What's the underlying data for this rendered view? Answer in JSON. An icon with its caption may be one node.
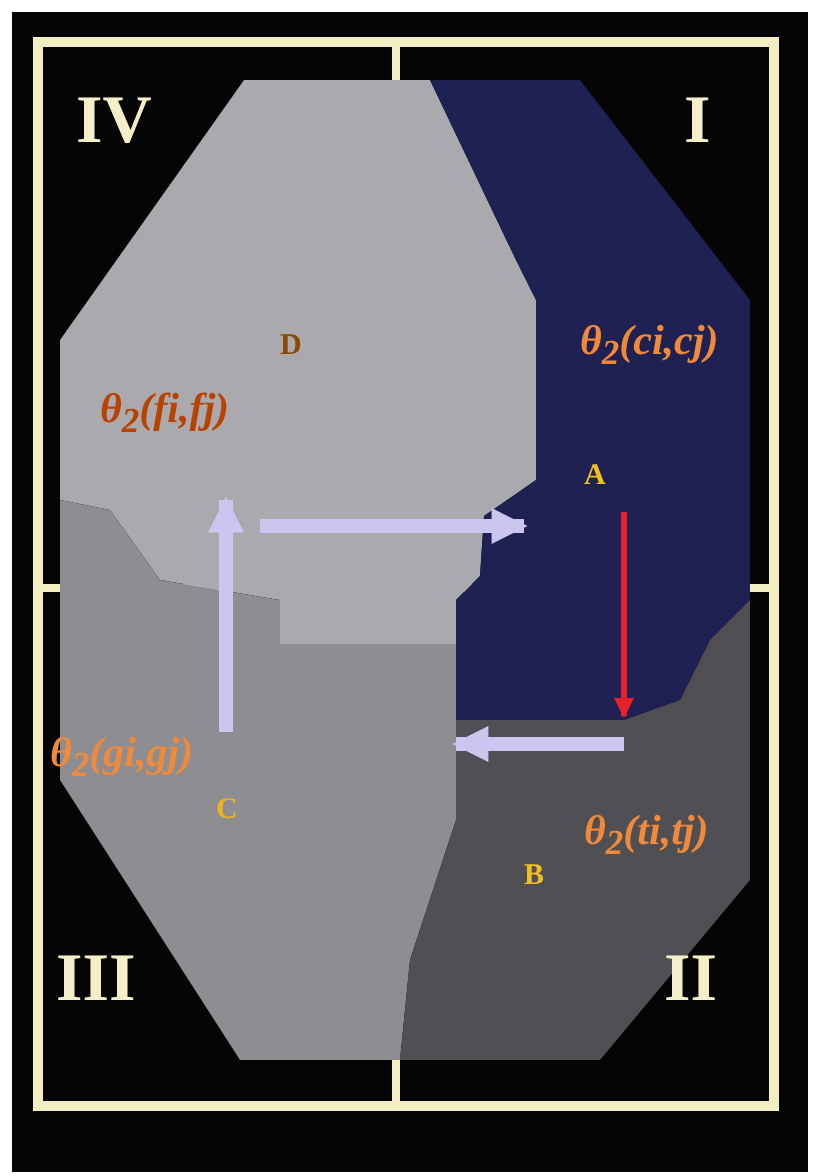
{
  "diagram": {
    "nodes": [
      {
        "text": [
          "D",
          "θ$_{2}$(fi,fj)"
        ]
      },
      {
        "text": [
          "θ$_{2}$(ci,cj)",
          "A"
        ]
      },
      {
        "text": [
          "θ$_{2}$(gi,gj)",
          "C"
        ]
      },
      {
        "text": [
          "θ$_{2}$(ti,tj)",
          "B"
        ]
      }
    ],
    "edges": [
      {
        "from": 1,
        "to": 3,
        "arrow": "to",
        "color": "#e8202a"
      },
      {
        "from": 3,
        "to": 2,
        "arrow": "to"
      },
      {
        "from": 2,
        "to": 0,
        "arrow": "to"
      },
      {
        "from": 0,
        "to": 1,
        "arrow": "to"
      }
    ],
    "labels": [
      "IV",
      "I",
      "III",
      "II"
    ]
  }
}
